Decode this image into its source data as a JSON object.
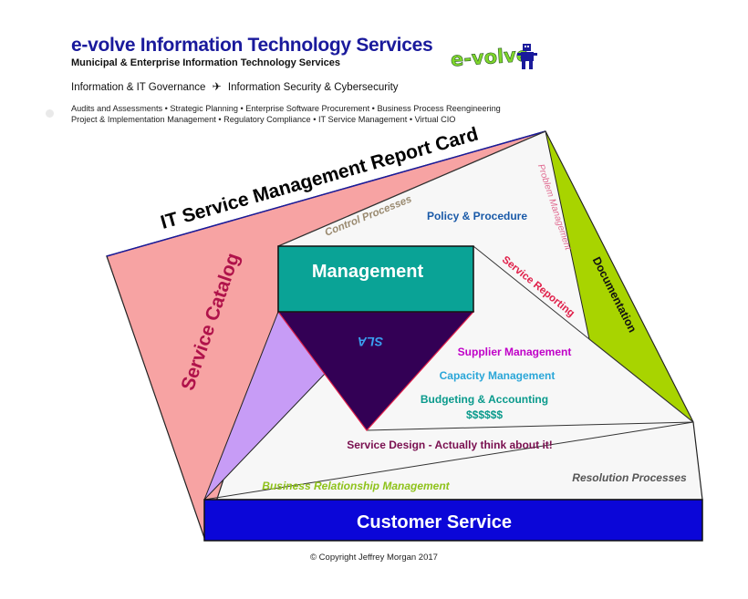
{
  "header": {
    "company_name": "e-volve Information Technology Services",
    "tagline": "Municipal & Enterprise Information Technology Services",
    "governance_left": "Information & IT Governance",
    "governance_right": "Information Security & Cybersecurity",
    "services_line_1": "Audits and Assessments • Strategic Planning • Enterprise Software Procurement • Business Process Reengineering",
    "services_line_2": "Project & Implementation  Management • Regulatory Compliance • IT Service Management • Virtual CIO",
    "logo_text": "e-volve"
  },
  "diagram": {
    "title": "IT Service Management Report Card",
    "service_catalog": "Service Catalog",
    "control_processes": "Control Processes",
    "policy_procedure": "Policy & Procedure",
    "problem_management": "Problem Management",
    "documentation": "Documentation",
    "management": "Management",
    "sla": "SLA",
    "service_reporting": "Service Reporting",
    "supplier_management": "Supplier Management",
    "capacity_management": "Capacity Management",
    "budgeting_accounting": "Budgeting & Accounting",
    "dollars": "$$$$$$",
    "service_design": "Service Design - Actually think about it!",
    "business_relationship": "Business Relationship Management",
    "resolution_processes": "Resolution Processes",
    "customer_service": "Customer Service"
  },
  "colors": {
    "brand_blue": "#1a1a9c",
    "service_catalog_fill": "#f7a3a3",
    "documentation_fill": "#a8d400",
    "management_fill": "#0aa396",
    "sla_fill": "#330055",
    "left_wedge_fill": "#c79cf6",
    "customer_service_fill": "#0b06d8",
    "text_purple": "#b000b0",
    "text_teal": "#0a9a8c",
    "text_cyan": "#2aa6d8",
    "text_red": "#e0204a",
    "text_green": "#8ec21a",
    "text_maroon": "#7a1050",
    "text_grey": "#555555"
  },
  "copyright": "© Copyright Jeffrey Morgan 2017"
}
